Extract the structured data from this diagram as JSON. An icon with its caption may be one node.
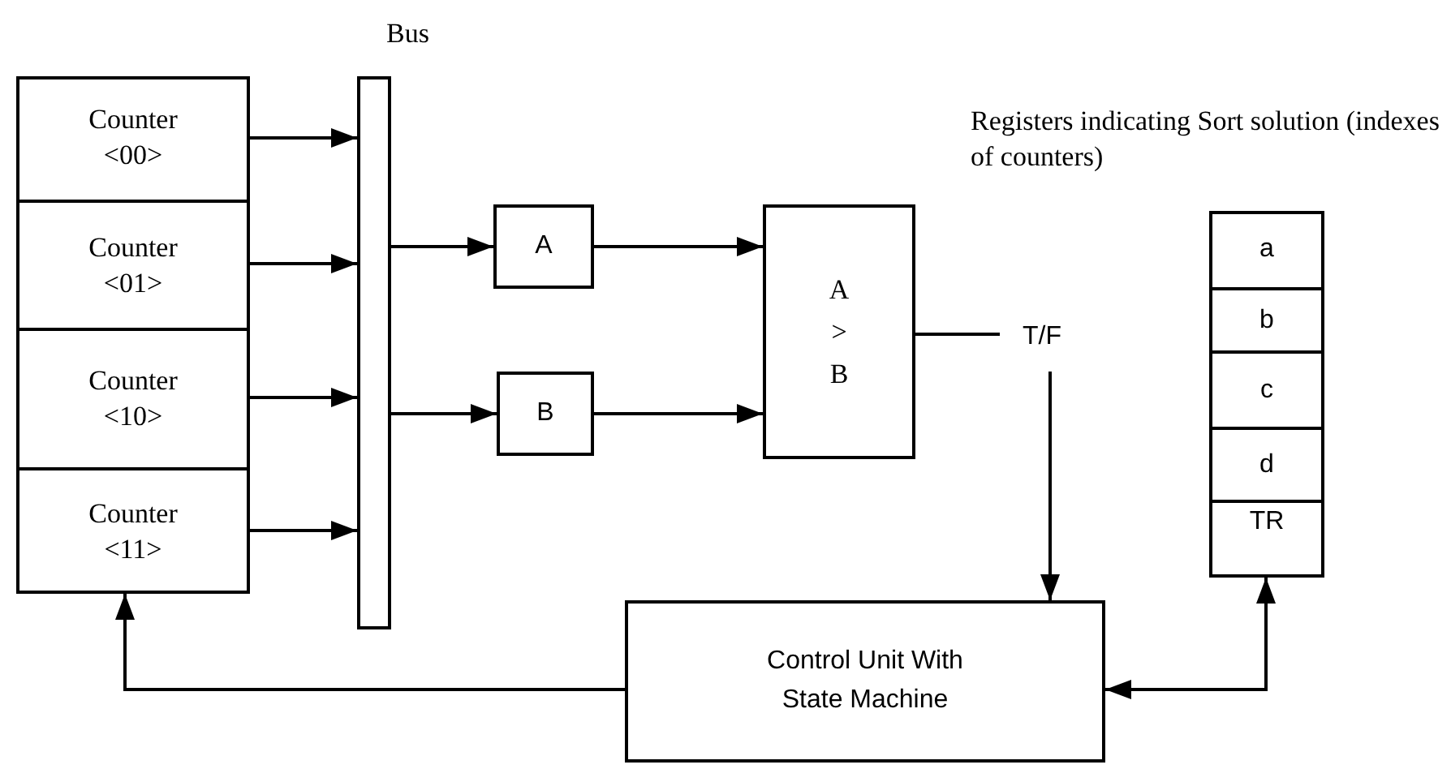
{
  "diagram": {
    "nodes": [
      {
        "text": [],
        "shape": "box"
      },
      {
        "text": [
          "Counter <00>"
        ],
        "in": 0
      },
      {
        "text": [
          "Counter <01>"
        ],
        "in": 0
      },
      {
        "text": [
          "Counter <10>"
        ],
        "in": 0
      },
      {
        "text": [
          "Counter <11>"
        ],
        "in": 0
      },
      {
        "text": [
          "Bus"
        ]
      },
      {
        "text": [
          "A"
        ]
      },
      {
        "text": [
          "B"
        ]
      },
      {
        "text": [
          "A > B"
        ]
      },
      {
        "text": [
          "T/F"
        ]
      },
      {
        "text": [
          "Control Unit With State Machine"
        ]
      },
      {
        "text": [],
        "shape": "box",
        "beside": [
          "Registers indicating Sort solution (indexes of counters)"
        ]
      },
      {
        "text": [
          "a"
        ],
        "in": 11
      },
      {
        "text": [
          "b"
        ],
        "in": 11
      },
      {
        "text": [
          "c"
        ],
        "in": 11
      },
      {
        "text": [
          "d"
        ],
        "in": 11
      },
      {
        "text": [
          "TR"
        ],
        "in": 11
      }
    ],
    "edges": [
      {
        "from": 1,
        "to": 5,
        "arrow": "to"
      },
      {
        "from": 2,
        "to": 5,
        "arrow": "to"
      },
      {
        "from": 3,
        "to": 5,
        "arrow": "to"
      },
      {
        "from": 4,
        "to": 5,
        "arrow": "to"
      },
      {
        "from": 5,
        "to": 6,
        "arrow": "to"
      },
      {
        "from": 5,
        "to": 7,
        "arrow": "to"
      },
      {
        "from": 6,
        "to": 8,
        "arrow": "to"
      },
      {
        "from": 7,
        "to": 8,
        "arrow": "to"
      },
      {
        "from": 8,
        "to": 9,
        "arrow": "none"
      },
      {
        "from": 9,
        "to": 10,
        "arrow": "to"
      },
      {
        "from": 10,
        "to": 0,
        "arrow": "to"
      },
      {
        "from": 10,
        "to": 11,
        "arrow": "both"
      }
    ]
  }
}
